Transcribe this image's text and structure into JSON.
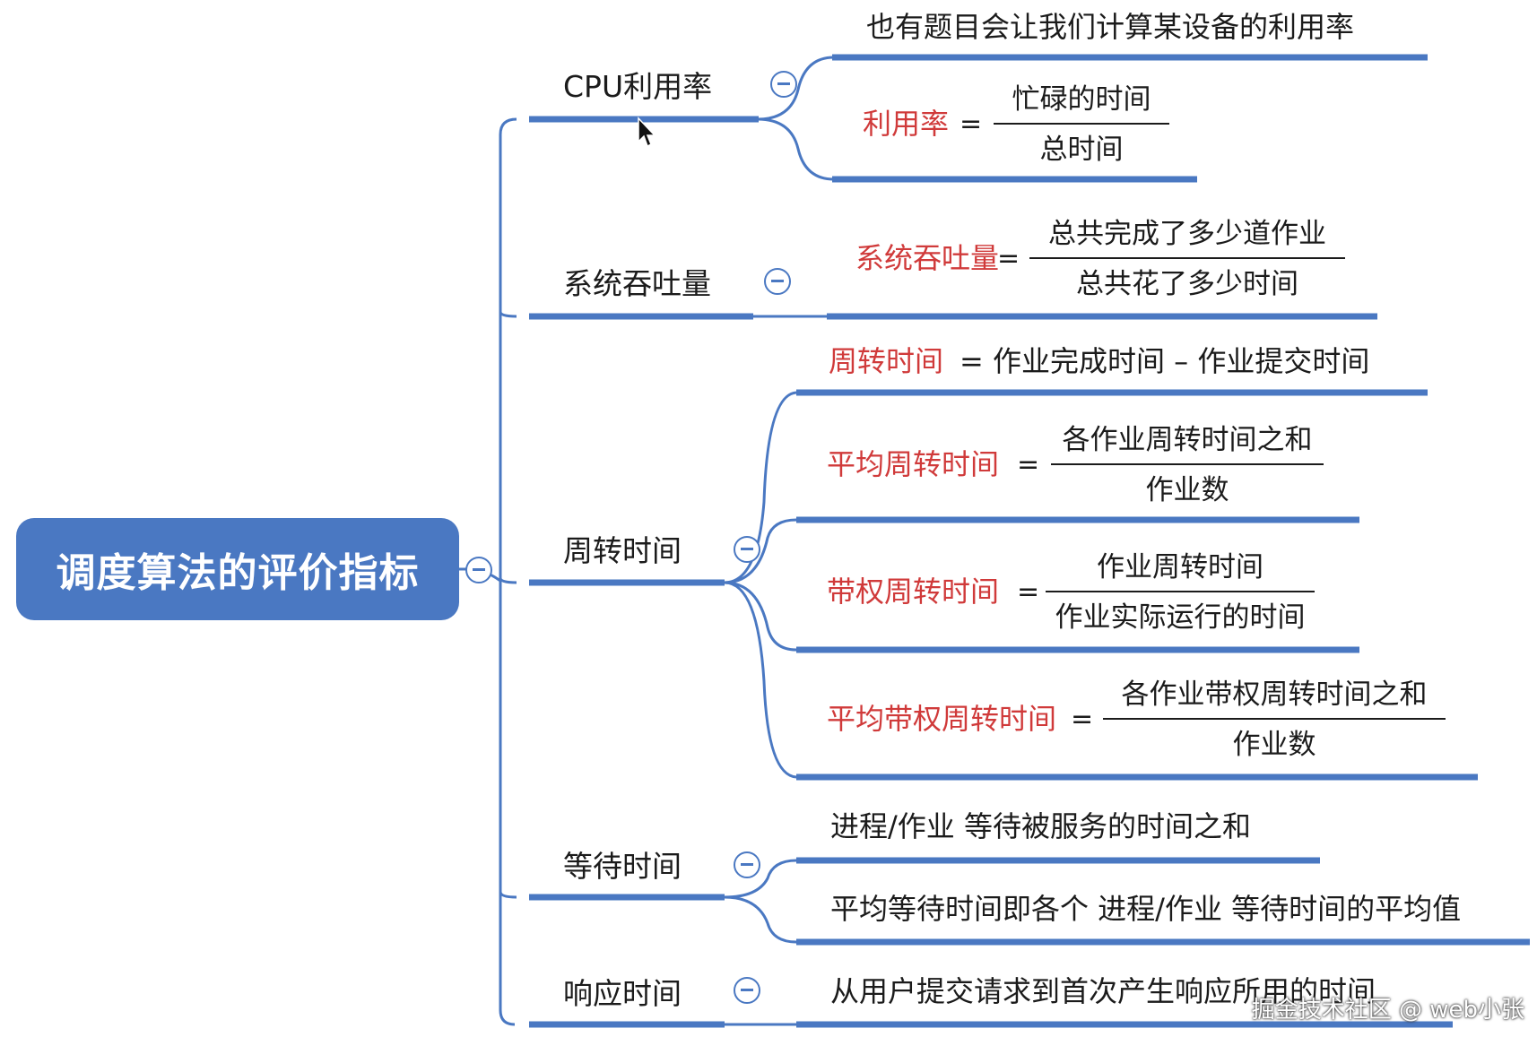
{
  "root": {
    "label": "调度算法的评价指标"
  },
  "branches": {
    "cpu": {
      "label": "CPU利用率",
      "note": "也有题目会让我们计算某设备的利用率",
      "formula": {
        "lhs": "利用率",
        "eq": "=",
        "num": "忙碌的时间",
        "den": "总时间"
      }
    },
    "throughput": {
      "label": "系统吞吐量",
      "formula": {
        "lhs": "系统吞吐量",
        "eq": "=",
        "num": "总共完成了多少道作业",
        "den": "总共花了多少时间"
      }
    },
    "turnaround": {
      "label": "周转时间",
      "def": {
        "lhs": "周转时间",
        "rhs": "= 作业完成时间 – 作业提交时间"
      },
      "avg": {
        "lhs": "平均周转时间",
        "eq": "=",
        "num": "各作业周转时间之和",
        "den": "作业数"
      },
      "weighted": {
        "lhs": "带权周转时间",
        "eq": "=",
        "num": "作业周转时间",
        "den": "作业实际运行的时间"
      },
      "avg_weighted": {
        "lhs": "平均带权周转时间",
        "eq": "=",
        "num": "各作业带权周转时间之和",
        "den": "作业数"
      }
    },
    "waiting": {
      "label": "等待时间",
      "items": [
        "进程/作业 等待被服务的时间之和",
        "平均等待时间即各个 进程/作业 等待时间的平均值"
      ]
    },
    "response": {
      "label": "响应时间",
      "items": [
        "从用户提交请求到首次产生响应所用的时间"
      ]
    }
  },
  "watermark": "掘金技术社区 @ web小张",
  "colors": {
    "line": "#4a78c2",
    "root_fill": "#4a78c2",
    "highlight": "#d03a3a"
  },
  "icons": {
    "collapse": "minus-circle-icon",
    "cursor": "mouse-pointer-icon"
  }
}
